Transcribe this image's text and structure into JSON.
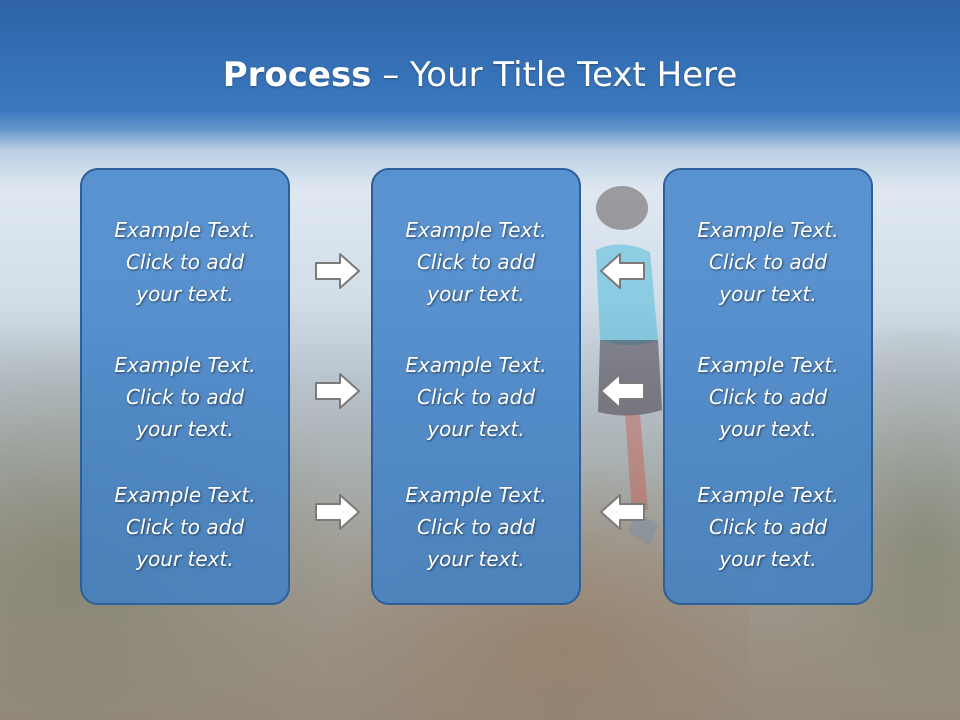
{
  "title": {
    "bold": "Process",
    "rest": " – Your Title Text Here"
  },
  "columns": [
    {
      "items": [
        "Example Text.\nClick  to add\nyour text.",
        "Example Text.\nClick  to add\nyour text.",
        "Example Text.\nClick  to add\nyour text."
      ]
    },
    {
      "items": [
        "Example Text.\nClick  to add\nyour text.",
        "Example Text.\nClick  to add\nyour text.",
        "Example Text.\nClick  to add\nyour text."
      ]
    },
    {
      "items": [
        "Example Text.\nClick  to add\nyour text.",
        "Example Text.\nClick  to add\nyour text.",
        "Example Text.\nClick  to add\nyour text."
      ]
    }
  ],
  "arrows": {
    "left_column": [
      "right-arrow-icon",
      "right-arrow-icon",
      "right-arrow-icon"
    ],
    "right_column": [
      "left-arrow-icon",
      "left-arrow-icon",
      "left-arrow-icon"
    ]
  },
  "colors": {
    "title_band": "#3a78be",
    "box_fill": "#3d80c8",
    "box_border": "#2d5f9a",
    "text": "#ffffff",
    "arrow_fill": "#ffffff",
    "arrow_stroke": "#7a7a7a"
  }
}
